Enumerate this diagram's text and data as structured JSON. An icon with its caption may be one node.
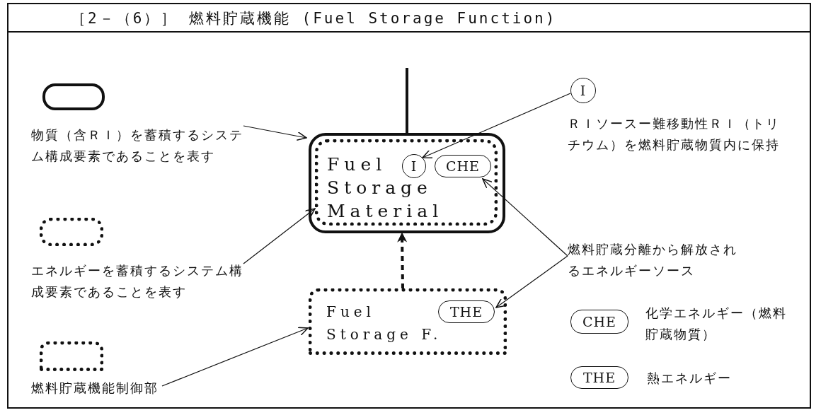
{
  "diagram": {
    "title": "［2－（6）］ 燃料貯蔵機能 (Fuel Storage Function)",
    "nodes": [
      {
        "text": [],
        "shape": "box"
      },
      {
        "text": [
          "物質（含ＲＩ）を蓄積するシステム構成要素であることを表す"
        ]
      },
      {
        "text": [],
        "shape": "box"
      },
      {
        "text": [
          "エネルギーを蓄積するシステム構成要素であることを表す"
        ]
      },
      {
        "text": [],
        "shape": "box"
      },
      {
        "text": [
          "燃料貯蔵機能制御部"
        ]
      },
      {
        "text": [],
        "shape": "box"
      },
      {
        "text": [
          "Fuel Storage Material"
        ],
        "in": 6
      },
      {
        "text": [
          "I"
        ],
        "in": 7
      },
      {
        "text": [
          "CHE"
        ],
        "in": 7
      },
      {
        "text": [
          "Fuel Storage F."
        ]
      },
      {
        "text": [
          "THE"
        ],
        "in": 10
      },
      {
        "text": [
          "I"
        ],
        "beside": [
          "ＲＩソースー難移動性ＲＩ（トリチウム）を燃料貯蔵物質内に保持"
        ]
      },
      {
        "text": [
          "燃料貯蔵分離から解放されるエネルギーソース"
        ]
      },
      {
        "text": [
          "CHE"
        ],
        "beside": [
          "化学エネルギー（燃料貯蔵物質）"
        ]
      },
      {
        "text": [
          "THE"
        ],
        "beside": [
          "熱エネルギー"
        ]
      }
    ],
    "edges": [
      {
        "from": null,
        "to": 6,
        "arrow": "none",
        "style": "thick"
      },
      {
        "from": 10,
        "to": 6,
        "arrow": "to",
        "style": "dashed"
      },
      {
        "from": 1,
        "to": 6,
        "arrow": "to"
      },
      {
        "from": 3,
        "to": 7,
        "arrow": "to"
      },
      {
        "from": 5,
        "to": 10,
        "arrow": "to"
      },
      {
        "from": 12,
        "to": 8,
        "arrow": "to"
      },
      {
        "from": 13,
        "to": 9,
        "arrow": "to"
      },
      {
        "from": 13,
        "to": 11,
        "arrow": "to"
      }
    ]
  }
}
